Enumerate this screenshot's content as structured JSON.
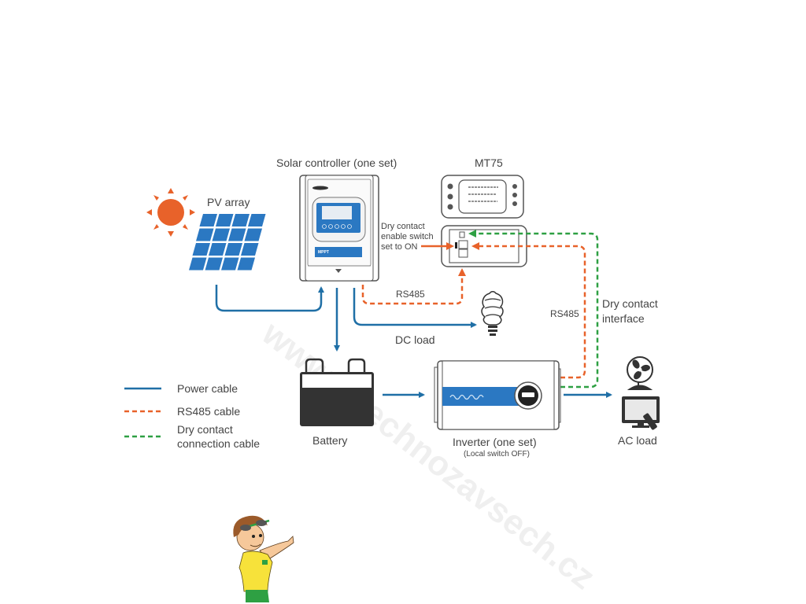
{
  "diagram": {
    "title": "Solar system wiring diagram",
    "nodes": {
      "pv_array": {
        "label": "PV array"
      },
      "solar_controller": {
        "label": "Solar controller (one set)",
        "badge_text": "MPPT"
      },
      "mt75": {
        "label": "MT75"
      },
      "dry_contact_note": {
        "lines": [
          "Dry contact",
          "enable switch",
          "set to ON"
        ]
      },
      "dc_load": {
        "label": "DC load"
      },
      "battery": {
        "label": "Battery"
      },
      "inverter": {
        "label": "Inverter (one set)",
        "sublabel": "(Local switch OFF)"
      },
      "ac_load": {
        "label": "AC load"
      }
    },
    "connection_labels": {
      "rs485_controller": "RS485",
      "rs485_inverter": "RS485",
      "dry_contact_interface": [
        "Dry contact",
        "interface"
      ]
    },
    "connections": [
      {
        "from": "pv_array",
        "to": "solar_controller",
        "type": "power"
      },
      {
        "from": "solar_controller",
        "to": "battery",
        "type": "power"
      },
      {
        "from": "solar_controller",
        "to": "dc_load",
        "type": "power"
      },
      {
        "from": "solar_controller",
        "to": "mt75",
        "type": "rs485"
      },
      {
        "from": "battery",
        "to": "inverter",
        "type": "power"
      },
      {
        "from": "inverter",
        "to": "ac_load",
        "type": "power"
      },
      {
        "from": "inverter",
        "to": "mt75",
        "type": "rs485"
      },
      {
        "from": "inverter",
        "to": "mt75",
        "type": "dry_contact"
      }
    ],
    "legend": [
      {
        "type": "power",
        "label_lines": [
          "Power cable"
        ],
        "style": "solid"
      },
      {
        "type": "rs485",
        "label_lines": [
          "RS485 cable"
        ],
        "style": "dashed"
      },
      {
        "type": "dry_contact",
        "label_lines": [
          "Dry contact",
          "connection cable"
        ],
        "style": "dashed"
      }
    ],
    "colors": {
      "power": "#1f6fa6",
      "rs485": "#e8622a",
      "dry_contact": "#2ea043",
      "sun": "#e8622a",
      "panel": "#2b78c2",
      "device_blue": "#2b78c2",
      "text": "#444444"
    }
  },
  "watermark": {
    "text": "www.vsechnozavsech.cz"
  }
}
